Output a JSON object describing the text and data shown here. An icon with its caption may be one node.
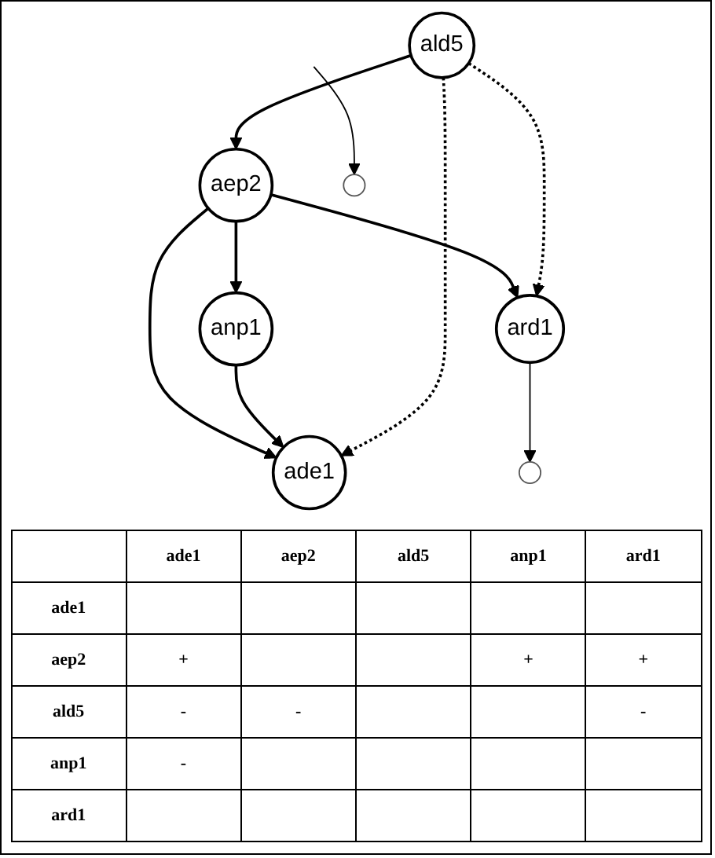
{
  "diagram": {
    "nodes": [
      {
        "text": [
          "ade1"
        ]
      },
      {
        "text": [
          "ard1"
        ]
      },
      {
        "text": [
          "aep2"
        ]
      },
      {
        "text": [
          "anp1"
        ]
      },
      {
        "text": [
          "ald5"
        ]
      },
      {
        "text": [],
        "shape": "circle"
      },
      {
        "text": [],
        "shape": "circle"
      }
    ],
    "edges": [
      {
        "from": 2,
        "to": 0,
        "arrow": "to"
      },
      {
        "from": 2,
        "to": 1,
        "arrow": "to"
      },
      {
        "from": 2,
        "to": 3,
        "arrow": "to"
      },
      {
        "from": 3,
        "to": 0,
        "arrow": "to"
      },
      {
        "from": 4,
        "to": 2,
        "arrow": "to"
      },
      {
        "from": 4,
        "to": 0,
        "arrow": "to",
        "style": "dashed"
      },
      {
        "from": 4,
        "to": 1,
        "arrow": "to",
        "style": "dashed"
      },
      {
        "from": 1,
        "to": 5,
        "arrow": "to"
      },
      {
        "from": null,
        "to": 6,
        "arrow": "to"
      }
    ],
    "labels": [
      "ade1",
      "aep2",
      "ald5",
      "anp1",
      "ard1",
      "ade1",
      "aep2",
      "+",
      "+",
      "+",
      "ald5",
      "-",
      "-",
      "-",
      "anp1",
      "-",
      "ard1"
    ]
  }
}
